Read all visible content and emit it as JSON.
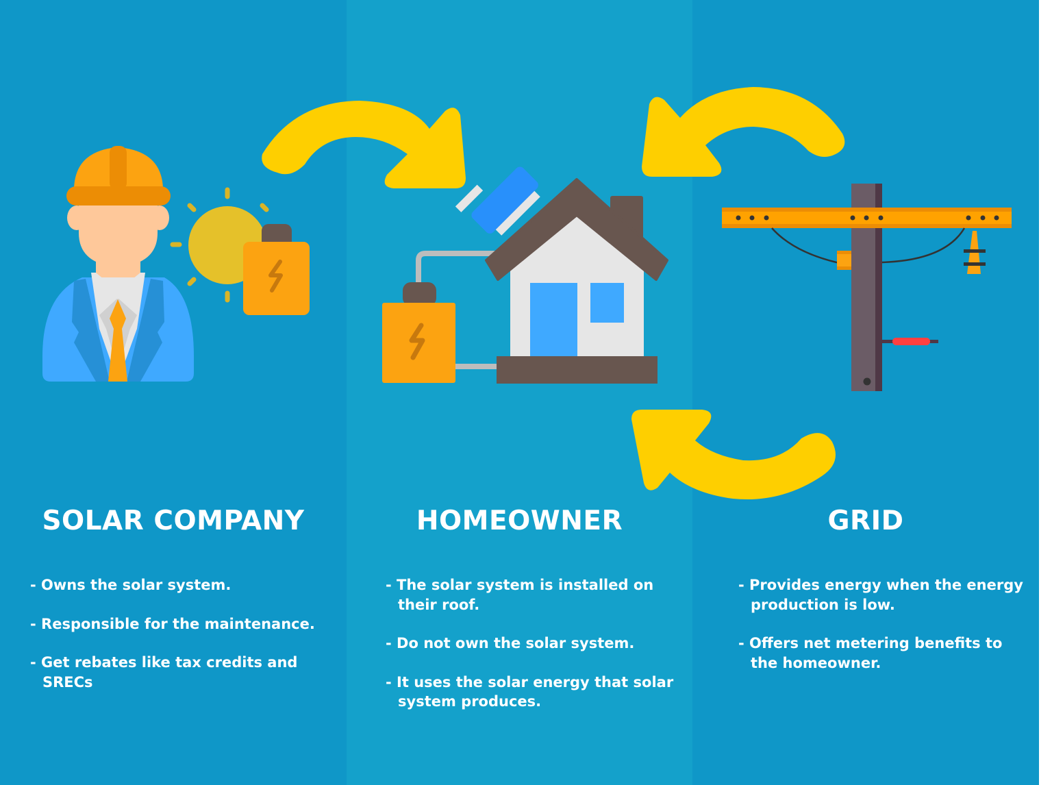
{
  "colors": {
    "panel_outer": "#0f97c8",
    "panel_middle": "#14a1cb",
    "arrow": "#fecf00",
    "text": "#ffffff"
  },
  "columns": [
    {
      "heading": "SOLAR COMPANY",
      "icon": "engineer-with-sun-and-battery-icon",
      "bullets": [
        "- Owns the solar system.",
        "- Responsible for the maintenance.",
        "- Get rebates like tax credits and SRECs"
      ]
    },
    {
      "heading": "HOMEOWNER",
      "icon": "house-with-solar-panel-and-battery-icon",
      "bullets": [
        "- The solar system is installed on their roof.",
        "- Do not own the solar system.",
        "- It uses the solar energy that solar system produces."
      ]
    },
    {
      "heading": "GRID",
      "icon": "utility-pole-icon",
      "bullets": [
        "- Provides energy when the energy production is low.",
        "- Offers net metering benefits to the homeowner."
      ]
    }
  ],
  "arrows": [
    {
      "from": "SOLAR COMPANY",
      "to": "HOMEOWNER"
    },
    {
      "from": "GRID",
      "to": "HOMEOWNER",
      "position": "top"
    },
    {
      "from": "GRID",
      "to": "HOMEOWNER",
      "position": "bottom"
    }
  ]
}
